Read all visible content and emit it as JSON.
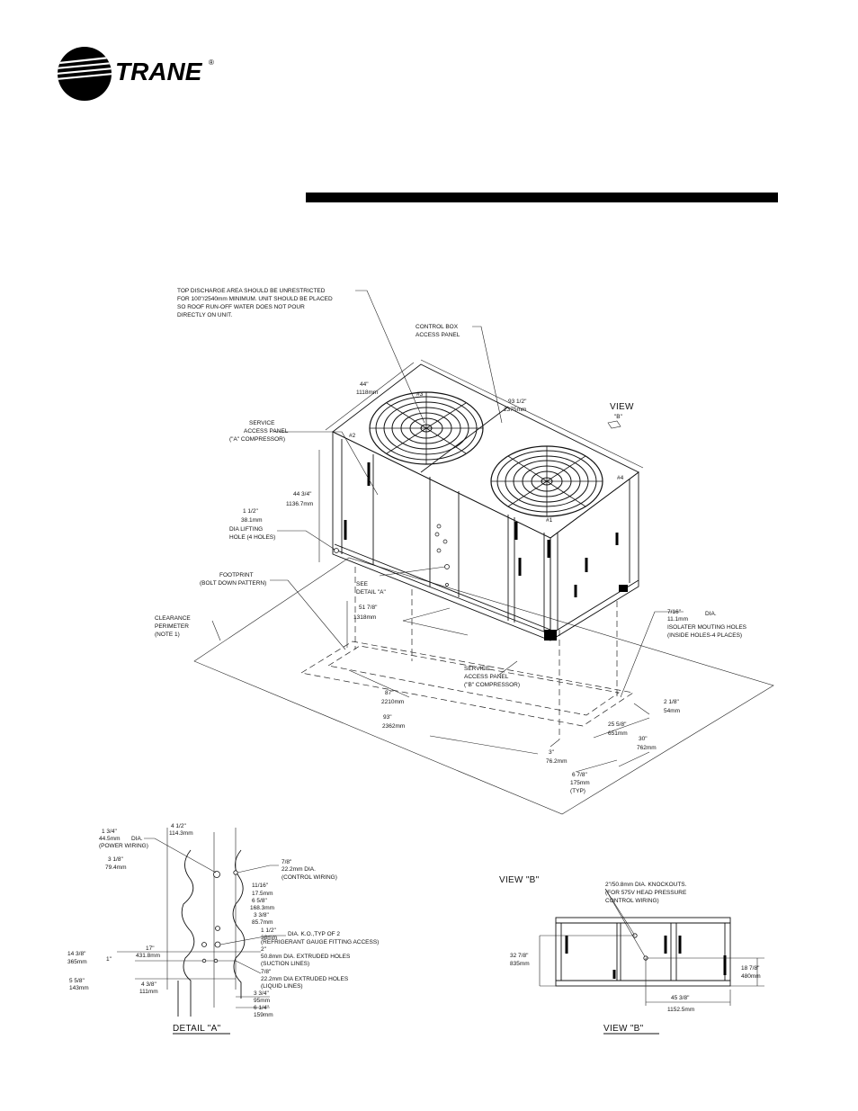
{
  "brand": {
    "name": "TRANE",
    "trademark": "®",
    "color": "#000000"
  },
  "callouts": {
    "top_discharge": [
      "TOP DISCHARGE AREA SHOULD BE UNRESTRICTED",
      "FOR 100\"/2540mm  MINIMUM. UNIT SHOULD BE PLACED",
      "SO ROOF RUN-OFF WATER DOES NOT POUR",
      "DIRECTLY ON UNIT."
    ],
    "control_box": [
      "CONTROL BOX",
      "ACCESS PANEL"
    ],
    "service_a": [
      "SERVICE",
      "ACCESS PANEL",
      "(\"A\" COMPRESSOR)"
    ],
    "lifting": [
      "1 1/2\"",
      "38.1mm",
      "DIA LIFTING",
      "HOLE (4 HOLES)"
    ],
    "footprint": [
      "FOOTPRINT",
      "(BOLT DOWN PATTERN)"
    ],
    "clearance": [
      "CLEARANCE",
      "PERIMETER",
      "(NOTE 1)"
    ],
    "see_detail": [
      "SEE",
      "DETAIL \"A\""
    ],
    "service_b": [
      "SERVICE",
      "ACCESS PANEL",
      "(\"B\" COMPRESSOR)"
    ],
    "isolator_holes": [
      "7/16\"",
      "DIA.",
      "11.1mm",
      "ISOLATER MOUTING HOLES",
      "(INSIDE HOLES-4 PLACES)"
    ],
    "view_b_marker": [
      "VIEW",
      "\"B\""
    ]
  },
  "fan_labels": [
    "#1",
    "#2",
    "#3",
    "#4"
  ],
  "dims": {
    "d44": [
      "44\"",
      "1118mm"
    ],
    "d93_5": [
      "93 1/2\"",
      "2375mm"
    ],
    "d44_75": [
      "44 3/4\"",
      "1136.7mm"
    ],
    "d51_875": [
      "51 7/8\"",
      "1318mm"
    ],
    "d87": [
      "87\"",
      "2210mm"
    ],
    "d93": [
      "93\"",
      "2362mm"
    ],
    "d2_125": [
      "2 1/8\"",
      "54mm"
    ],
    "d25_625": [
      "25 5/8\"",
      "651mm"
    ],
    "d30": [
      "30\"",
      "762mm"
    ],
    "d3": [
      "3\"",
      "76.2mm"
    ],
    "d6_875": [
      "6 7/8\"",
      "175mm",
      "(TYP)"
    ]
  },
  "detail_a": {
    "title": "DETAIL \"A\"",
    "labels": [
      [
        "1 3/4\"",
        "44.5mm",
        "DIA.",
        "(POWER WIRING)"
      ],
      [
        "4 1/2\"",
        "114.3mm"
      ],
      [
        "3 1/8\"",
        "79.4mm"
      ],
      [
        "7/8\"",
        "22.2mm DIA.",
        "(CONTROL WIRING)"
      ],
      [
        "11/16\"",
        "17.5mm"
      ],
      [
        "6 5/8\"",
        "168.3mm"
      ],
      [
        "3 3/8\"",
        "85.7mm"
      ],
      [
        "1 1/2\"",
        "38mm",
        "DIA. K.O.,TYP OF 2",
        "(REFRIGERANT GAUGE FITTING ACCESS)"
      ],
      [
        "17\"",
        "431.8mm"
      ],
      [
        "14 3/8\"",
        "365mm"
      ],
      [
        "2\"",
        "50.8mm DIA. EXTRUDED HOLES",
        "(SUCTION LINES)"
      ],
      [
        "7/8\"",
        "22.2mm DIA EXTRUDED HOLES",
        "(LIQUID LINES)"
      ],
      [
        "5 5/8\"",
        "143mm"
      ],
      [
        "4 3/8\"",
        "111mm"
      ],
      [
        "3 3/4\"",
        "95mm"
      ],
      [
        "6 1/4\"",
        "159mm"
      ],
      [
        "1\""
      ]
    ]
  },
  "view_b": {
    "title_top": "VIEW \"B\"",
    "title_bottom": "VIEW \"B\"",
    "knockouts": [
      "2\"/50.8mm DIA. KNOCKOUTS.",
      "(FOR 575V HEAD PRESSURE",
      "CONTROL WIRING)"
    ],
    "d32": [
      "32 7/8\"",
      "835mm"
    ],
    "d18": [
      "18 7/8\"",
      "480mm"
    ],
    "d45": [
      "45 3/8\"",
      "1152.5mm"
    ]
  }
}
